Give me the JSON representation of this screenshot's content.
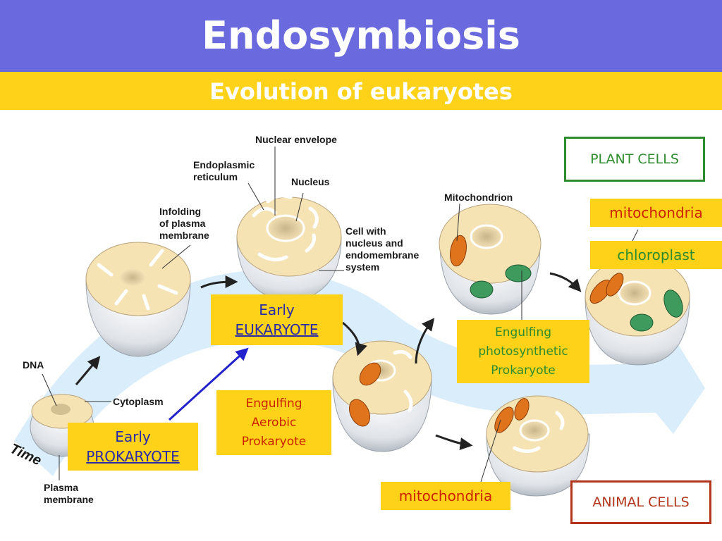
{
  "header": {
    "title": "Endosymbiosis",
    "subtitle": "Evolution of eukaryotes"
  },
  "labels": {
    "nuclear_envelope": "Nuclear envelope",
    "endoplasmic_reticulum": [
      "Endoplasmic",
      "reticulum"
    ],
    "nucleus": "Nucleus",
    "infolding": [
      "Infolding",
      "of plasma",
      "membrane"
    ],
    "cell_with_nucleus": [
      "Cell with",
      "nucleus and",
      "endomembrane",
      "system"
    ],
    "mitochondrion": "Mitochondrion",
    "dna": "DNA",
    "cytoplasm": "Cytoplasm",
    "plasma_membrane": [
      "Plasma",
      "membrane"
    ],
    "time": "Time"
  },
  "boxes": {
    "early_eukaryote": [
      "Early",
      "EUKARYOTE"
    ],
    "early_prokaryote": [
      "Early",
      "PROKARYOTE"
    ],
    "engulfing_aerobic": [
      "Engulfing",
      "Aerobic",
      "Prokaryote"
    ],
    "engulfing_photosynthetic": [
      "Engulfing",
      "photosynthetic",
      "Prokaryote"
    ],
    "mitochondria_top": "mitochondria",
    "chloroplast": "chloroplast",
    "mitochondria_bottom": "mitochondria",
    "plant_cells": "PLANT CELLS",
    "animal_cells": "ANIMAL CELLS"
  },
  "colors": {
    "title_bar": "#6a6ade",
    "subtitle_bar": "#ffd21a",
    "box_fill": "#ffd21a",
    "blue_text": "#2a2aa8",
    "orange_text": "#cc2200",
    "green_text": "#2e8b2e",
    "plant_border": "#2e8b2e",
    "animal_border": "#b3361c"
  }
}
